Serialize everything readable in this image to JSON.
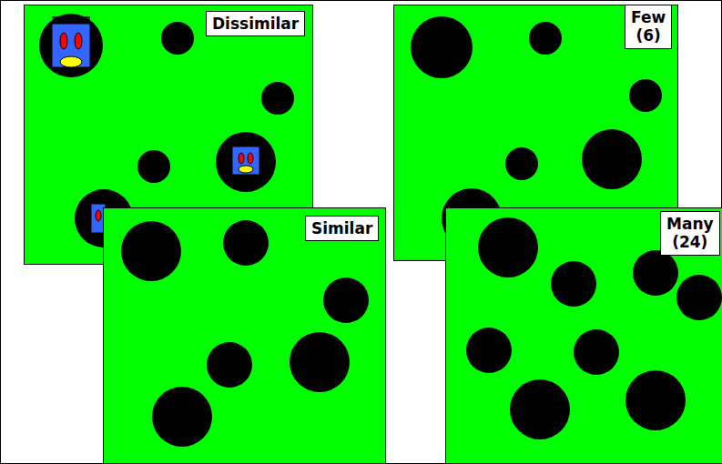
{
  "diagram": {
    "nodes": [
      {
        "text": [
          "Dissimilar"
        ]
      },
      {
        "text": [
          "Few (6)"
        ]
      },
      {
        "text": [
          "Similar"
        ]
      },
      {
        "text": [
          "Many (24)"
        ]
      }
    ]
  }
}
